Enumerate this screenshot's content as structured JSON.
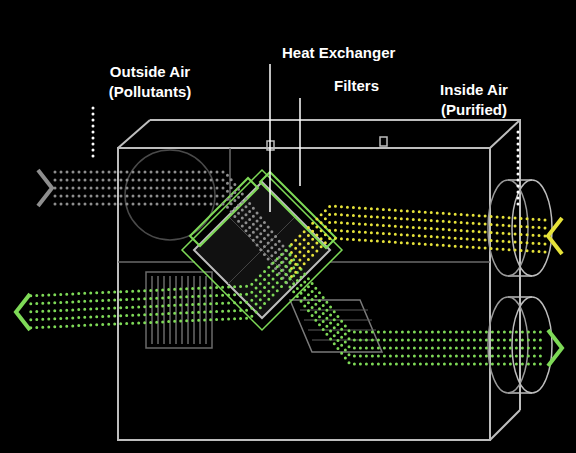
{
  "diagram": {
    "labels": [
      "Outside Air (Pollutants)",
      "Heat Exchanger",
      "Filters",
      "Inside Air (Purified)"
    ]
  }
}
